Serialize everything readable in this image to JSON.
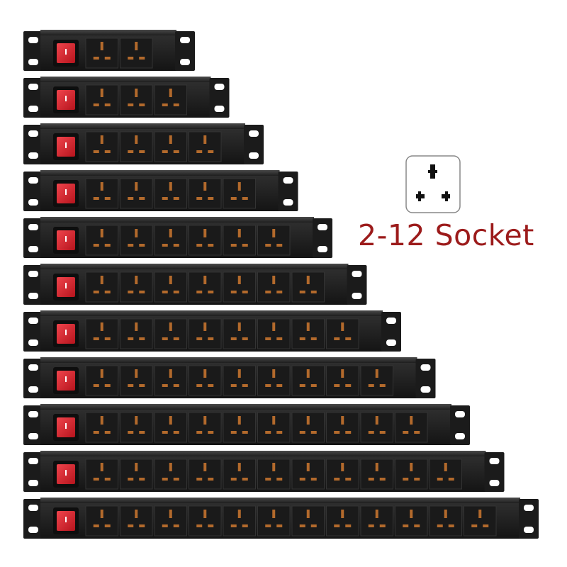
{
  "caption": "2-12 Socket",
  "colors": {
    "background": "#ffffff",
    "pdu_body": "#1b1b1b",
    "pdu_face": "#2a2a2a",
    "switch_red": "#d8202a",
    "caption_red": "#9c1b1b",
    "contact_copper": "#b36a2c"
  },
  "icon": "universal-socket-icon",
  "strips": [
    {
      "sockets": 2
    },
    {
      "sockets": 3
    },
    {
      "sockets": 4
    },
    {
      "sockets": 5
    },
    {
      "sockets": 6
    },
    {
      "sockets": 7
    },
    {
      "sockets": 8
    },
    {
      "sockets": 9
    },
    {
      "sockets": 10
    },
    {
      "sockets": 11
    },
    {
      "sockets": 12
    }
  ]
}
